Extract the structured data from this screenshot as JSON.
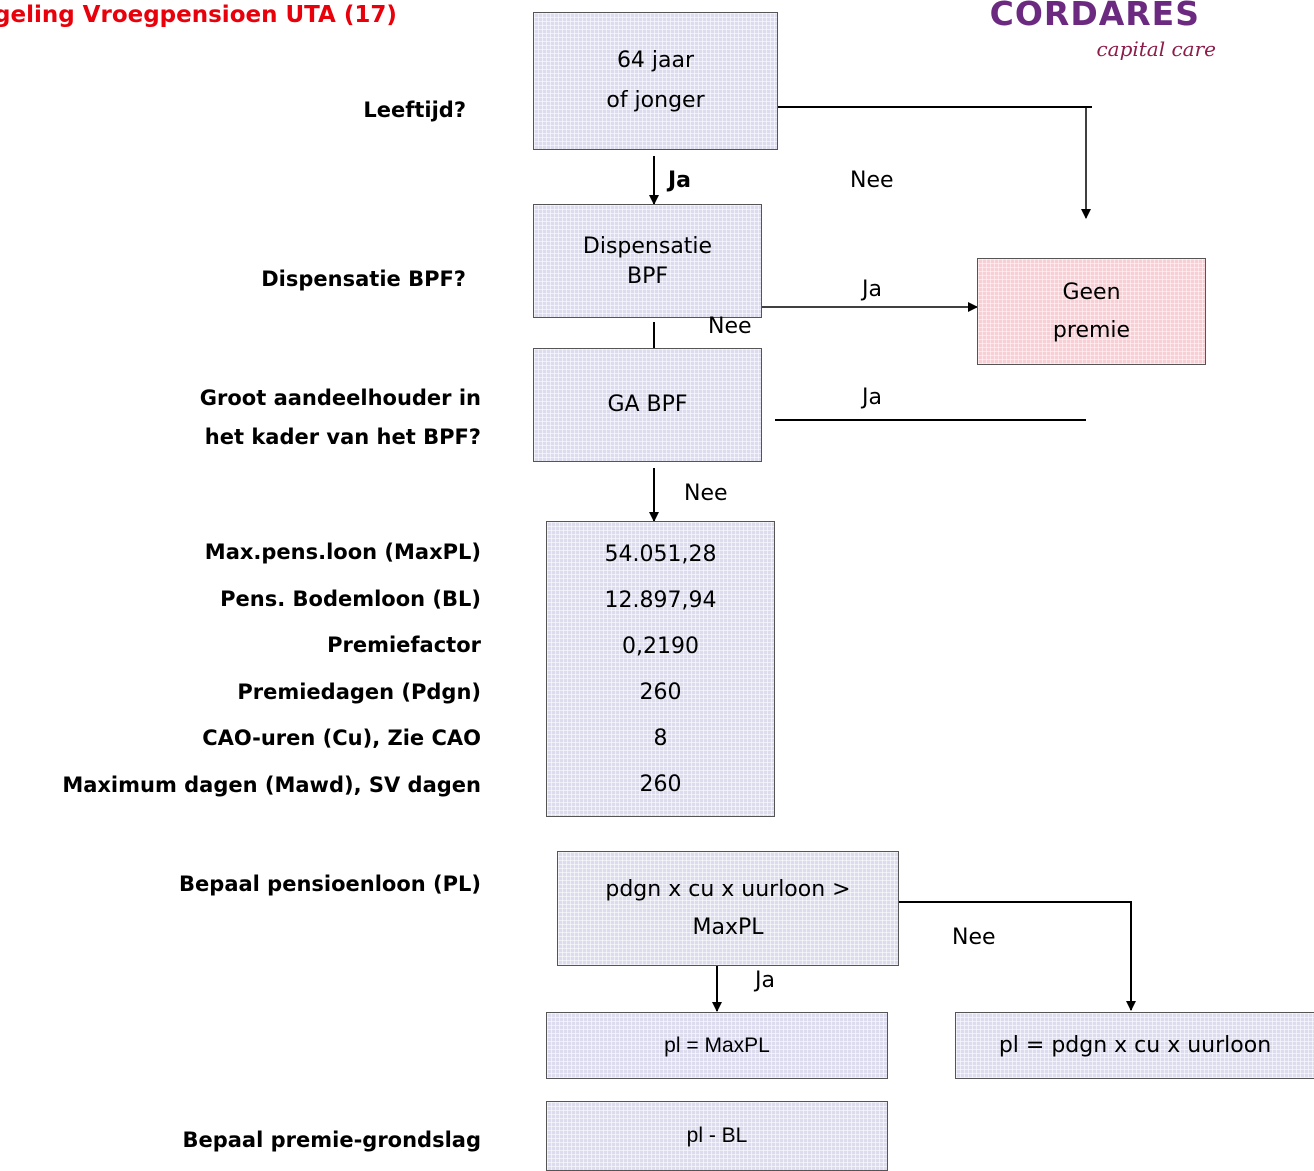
{
  "title": "geling Vroegpensioen UTA (17)",
  "logo": {
    "name": "CORDARES",
    "tagline": "capital care"
  },
  "questions": {
    "leeftijd": "Leeftijd?",
    "dispensatie": "Dispensatie BPF?",
    "groot_line1": "Groot aandeelhouder in",
    "groot_line2": "het kader van het BPF?",
    "maxpl": "Max.pens.loon (MaxPL)",
    "bl": "Pens. Bodemloon (BL)",
    "premiefactor": "Premiefactor",
    "pdgn": "Premiedagen (Pdgn)",
    "cu": "CAO-uren (Cu), Zie CAO",
    "mawd": "Maximum dagen (Mawd), SV dagen",
    "bepaal_pl": "Bepaal pensioenloon (PL)",
    "bepaal_grondslag": "Bepaal premie-grondslag"
  },
  "boxes": {
    "age_line1": "64 jaar",
    "age_line2": "of jonger",
    "disp_line1": "Dispensatie",
    "disp_line2": "BPF",
    "ga": "GA BPF",
    "geen_line1": "Geen",
    "geen_line2": "premie",
    "values": [
      "54.051,28",
      "12.897,94",
      "0,2190",
      "260",
      "8",
      "260"
    ],
    "cond_line1": "pdgn x cu x uurloon >",
    "cond_line2": "MaxPL",
    "pl_max": "pl = MaxPL",
    "pl_calc": "pl = pdgn x cu x uurloon",
    "pl_bl": "pl - BL"
  },
  "edge_labels": {
    "ja_bold": "Ja",
    "nee_top": "Nee",
    "ja_disp": "Ja",
    "nee_disp": "Nee",
    "ja_ga": "Ja",
    "nee_ga": "Nee",
    "nee_cond": "Nee",
    "ja_cond": "Ja"
  }
}
